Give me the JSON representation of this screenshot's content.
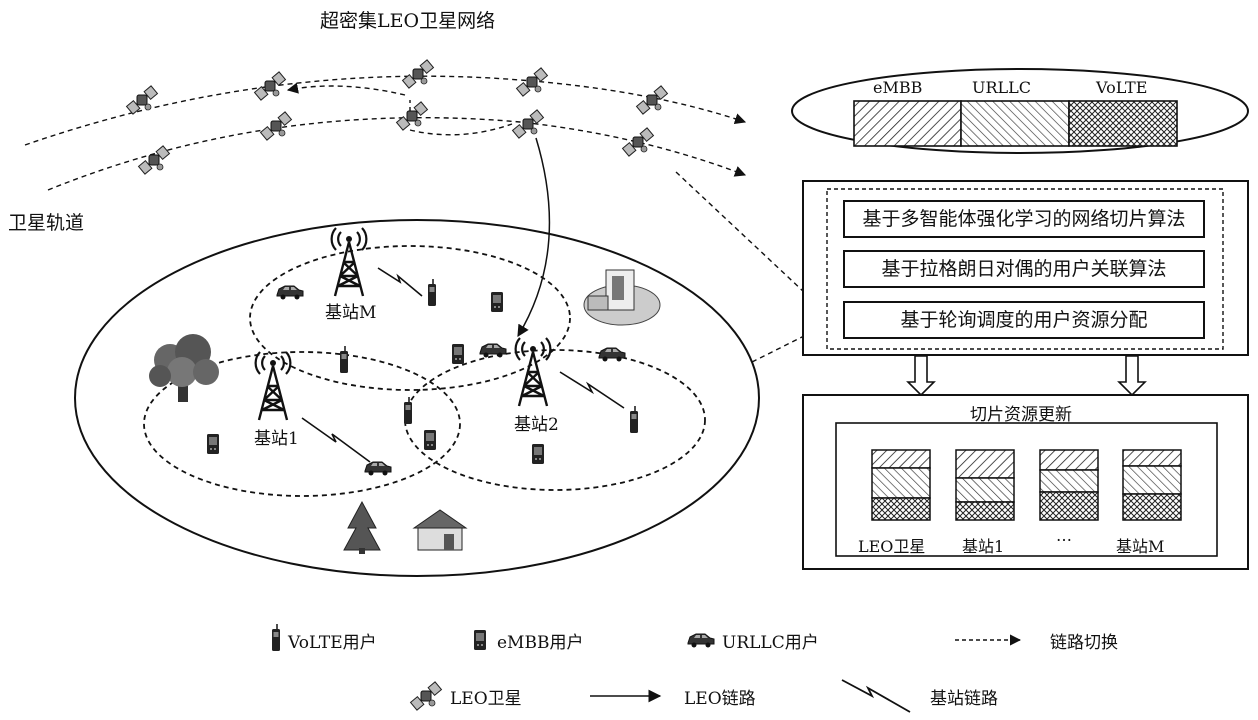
{
  "title": "超密集LEO卫星网络",
  "orbit_label": "卫星轨道",
  "slice_bar": {
    "labels": [
      "eMBB",
      "URLLC",
      "VoLTE"
    ]
  },
  "algorithms": [
    "基于多智能体强化学习的网络切片算法",
    "基于拉格朗日对偶的用户关联算法",
    "基于轮询调度的用户资源分配"
  ],
  "update": {
    "title": "切片资源更新",
    "columns": [
      "LEO卫星",
      "基站1",
      "…",
      "基站M"
    ]
  },
  "base_stations": {
    "m": "基站M",
    "one": "基站1",
    "two": "基站2"
  },
  "legend": {
    "volte_user": "VoLTE用户",
    "embb_user": "eMBB用户",
    "urllc_user": "URLLC用户",
    "link_switch": "链路切换",
    "leo_sat": "LEO卫星",
    "leo_link": "LEO链路",
    "bs_link": "基站链路"
  },
  "icons": [
    "satellite-icon",
    "tower-icon",
    "phone-icon",
    "tablet-icon",
    "car-icon",
    "tree-icon",
    "house-icon",
    "building-icon"
  ]
}
